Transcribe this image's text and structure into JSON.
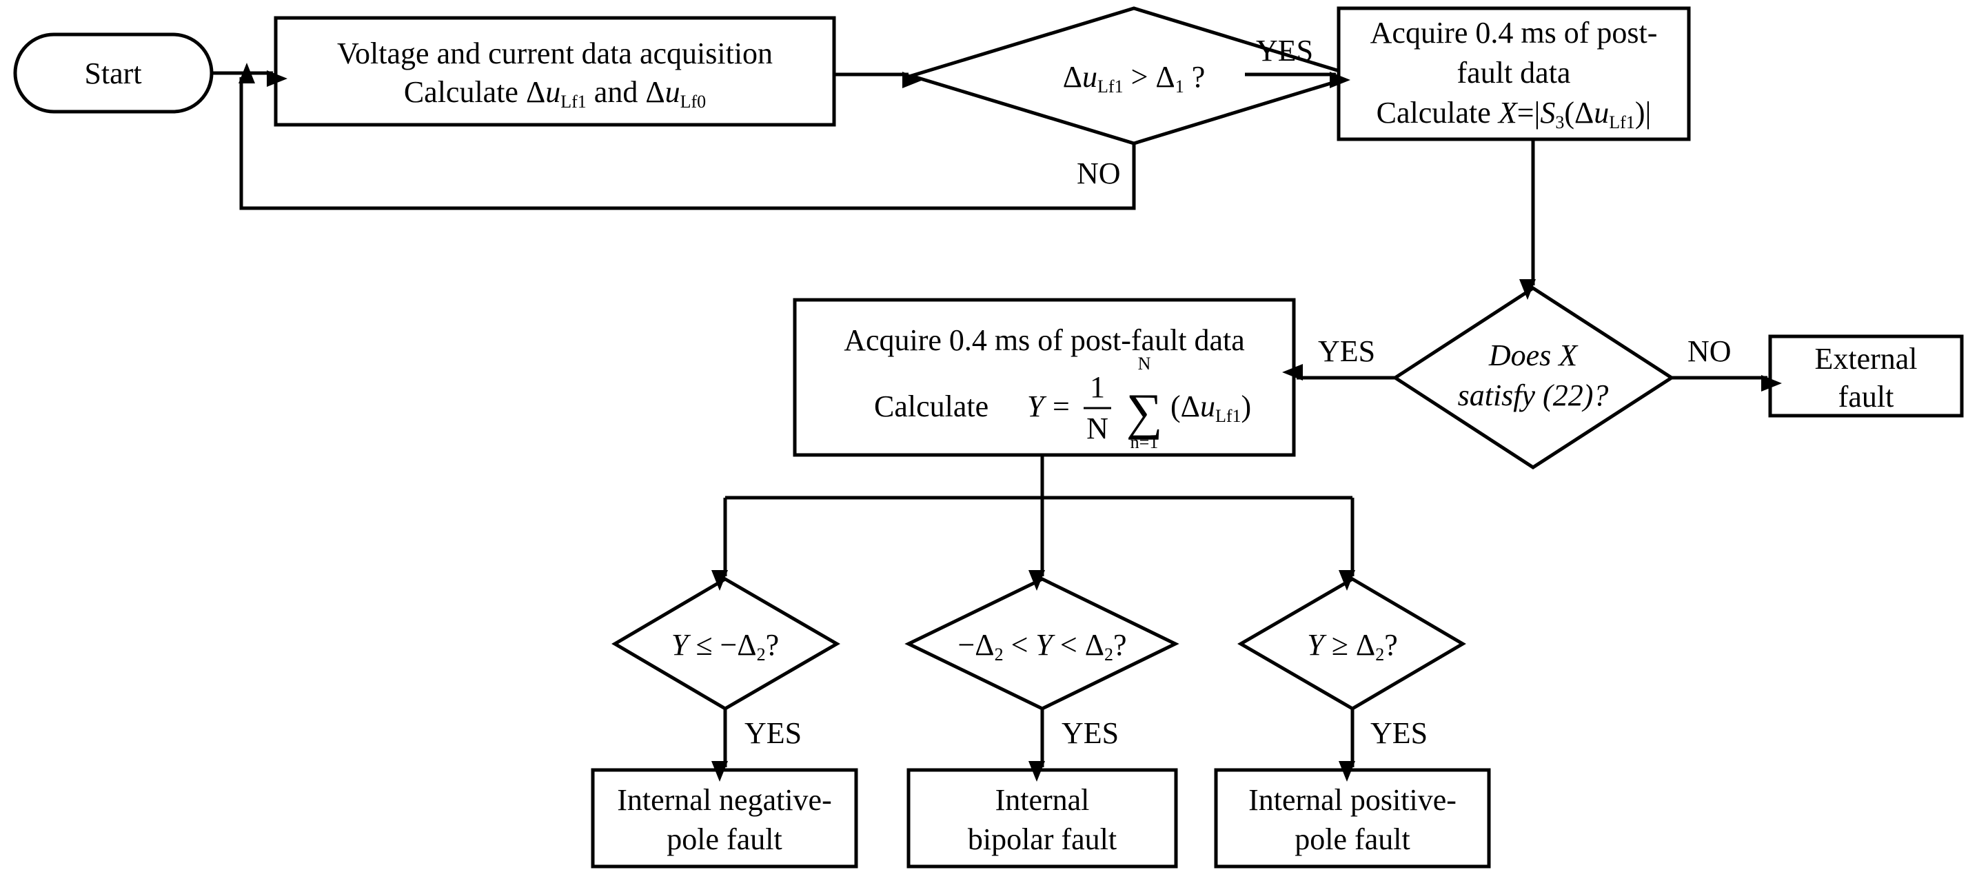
{
  "start": {
    "label": "Start"
  },
  "acquisition": {
    "line1": "Voltage and current data acquisition",
    "line2_prefix": "Calculate Δ",
    "var": "u",
    "sub1": "Lf1",
    "and": " and Δ",
    "sub2": "Lf0"
  },
  "decision1": {
    "delta": "Δ",
    "var": "u",
    "sub": "Lf1",
    "op": " > Δ",
    "thr_sub": "1",
    "tail": " ?"
  },
  "labels": {
    "yes": "YES",
    "no": "NO"
  },
  "acquire_x": {
    "line1": "Acquire 0.4 ms of post-",
    "line2": "fault data",
    "calc": "Calculate ",
    "xvar": "X",
    "eq": "=",
    "bar": "|",
    "s": "S",
    "s_sub": "3",
    "open": "(Δ",
    "u": "u",
    "u_sub": "Lf1",
    "close": ")"
  },
  "decision2": {
    "line1": "Does X",
    "line2": "satisfy (22)?"
  },
  "external": {
    "line1": "External",
    "line2": "fault"
  },
  "acquire_y": {
    "line1": "Acquire 0.4 ms of post-fault data",
    "calc": "Calculate",
    "yvar": "Y",
    "eq": "=",
    "num": "1",
    "den": "N",
    "sum": "∑",
    "upper": "N",
    "lower": "n=1",
    "open": "(",
    "delta": "Δ",
    "u": "u",
    "u_sub": "Lf1",
    "close": ")"
  },
  "branch_neg": {
    "yvar": "Y",
    "cond": " ≤ −Δ",
    "sub": "2",
    "q": "?",
    "result1": "Internal negative-",
    "result2": "pole fault"
  },
  "branch_bip": {
    "pre": "−Δ",
    "sub1": "2",
    "mid": " < ",
    "yvar": "Y",
    "post": " < Δ",
    "sub2": "2",
    "q": "?",
    "result1": "Internal",
    "result2": "bipolar fault"
  },
  "branch_pos": {
    "yvar": "Y",
    "cond": " ≥ Δ",
    "sub": "2",
    "q": "?",
    "result1": "Internal positive-",
    "result2": "pole fault"
  }
}
